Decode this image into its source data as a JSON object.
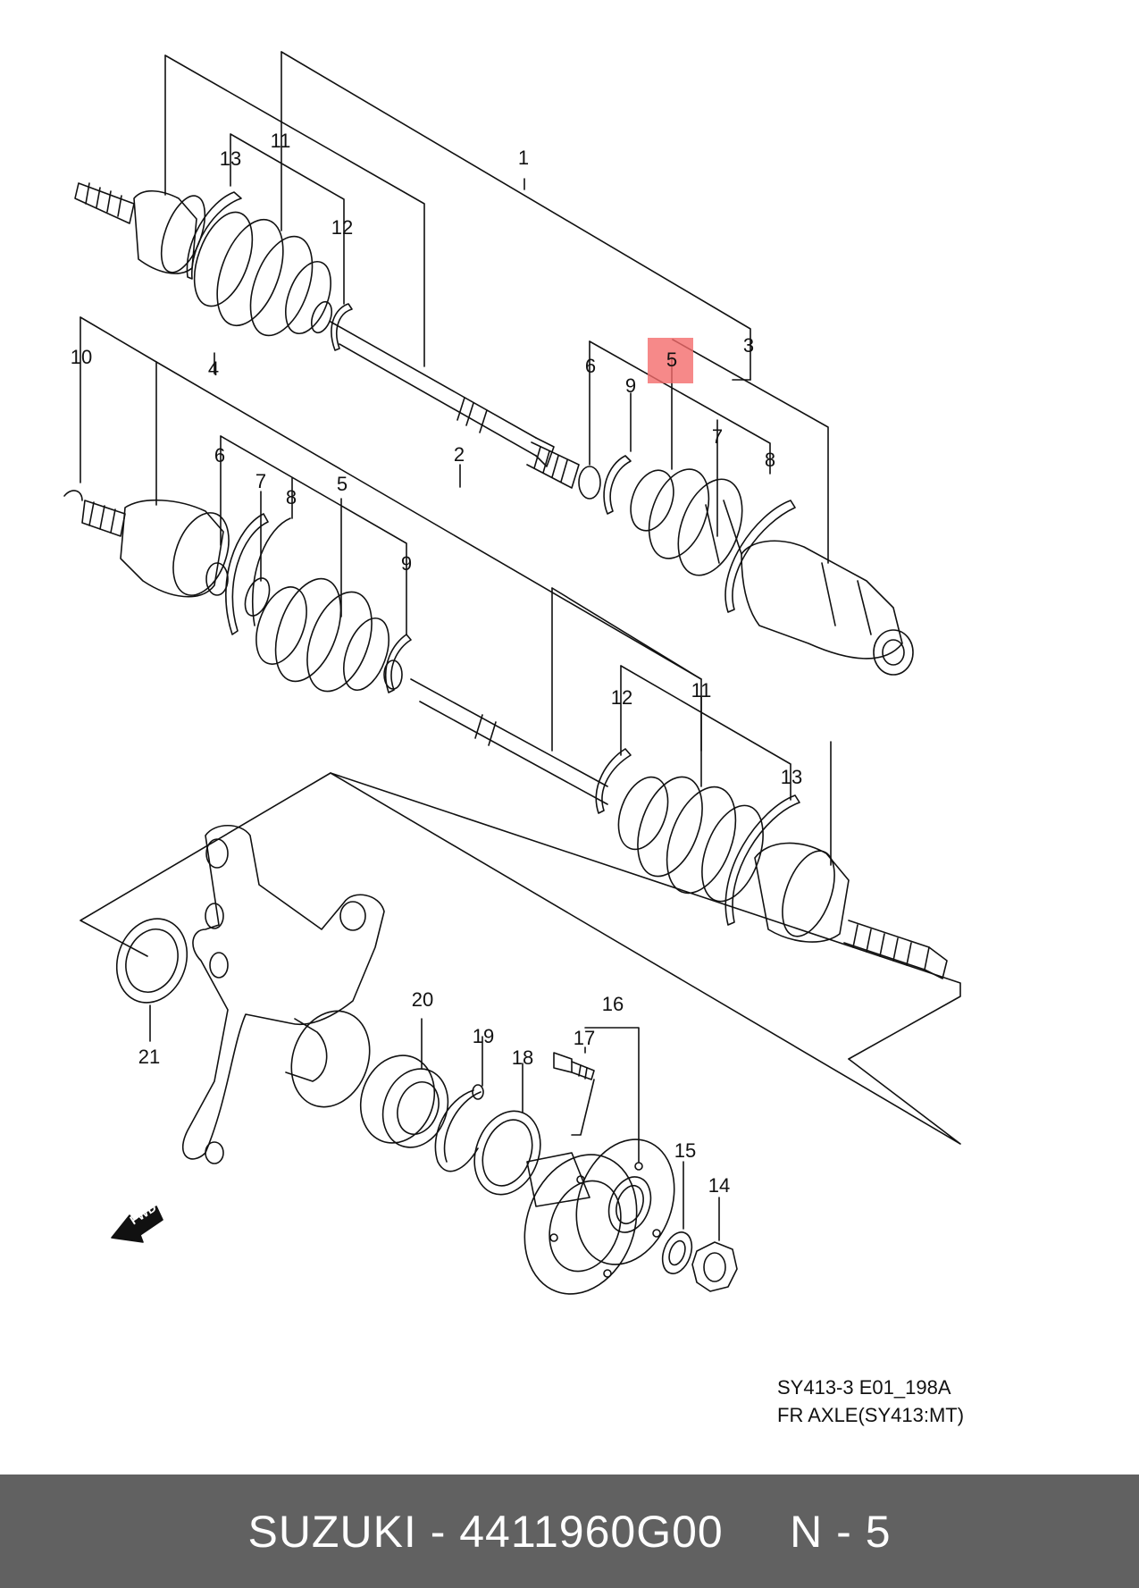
{
  "diagram": {
    "highlight_color": "#f46b6b",
    "line_color": "#111111",
    "callouts": [
      {
        "id": "c1",
        "label": "1"
      },
      {
        "id": "c11a",
        "label": "11"
      },
      {
        "id": "c13a",
        "label": "13"
      },
      {
        "id": "c12a",
        "label": "12"
      },
      {
        "id": "c3",
        "label": "3"
      },
      {
        "id": "c5a",
        "label": "5"
      },
      {
        "id": "c6a",
        "label": "6"
      },
      {
        "id": "c9a",
        "label": "9"
      },
      {
        "id": "c7a",
        "label": "7"
      },
      {
        "id": "c8a",
        "label": "8"
      },
      {
        "id": "c10",
        "label": "10"
      },
      {
        "id": "c4",
        "label": "4"
      },
      {
        "id": "c2",
        "label": "2"
      },
      {
        "id": "c6b",
        "label": "6"
      },
      {
        "id": "c7b",
        "label": "7"
      },
      {
        "id": "c8b",
        "label": "8"
      },
      {
        "id": "c5b",
        "label": "5"
      },
      {
        "id": "c9b",
        "label": "9"
      },
      {
        "id": "c12b",
        "label": "12"
      },
      {
        "id": "c11b",
        "label": "11"
      },
      {
        "id": "c13b",
        "label": "13"
      },
      {
        "id": "c20",
        "label": "20"
      },
      {
        "id": "c16",
        "label": "16"
      },
      {
        "id": "c19",
        "label": "19"
      },
      {
        "id": "c17",
        "label": "17"
      },
      {
        "id": "c18",
        "label": "18"
      },
      {
        "id": "c21",
        "label": "21"
      },
      {
        "id": "c15",
        "label": "15"
      },
      {
        "id": "c14",
        "label": "14"
      }
    ],
    "caption_code": "SY413-3 E01_198A",
    "caption_title": "FR AXLE(SY413:MT)",
    "fwd_label": "FWD"
  },
  "footer": {
    "text": "SUZUKI - 4411960G00     N - 5"
  }
}
